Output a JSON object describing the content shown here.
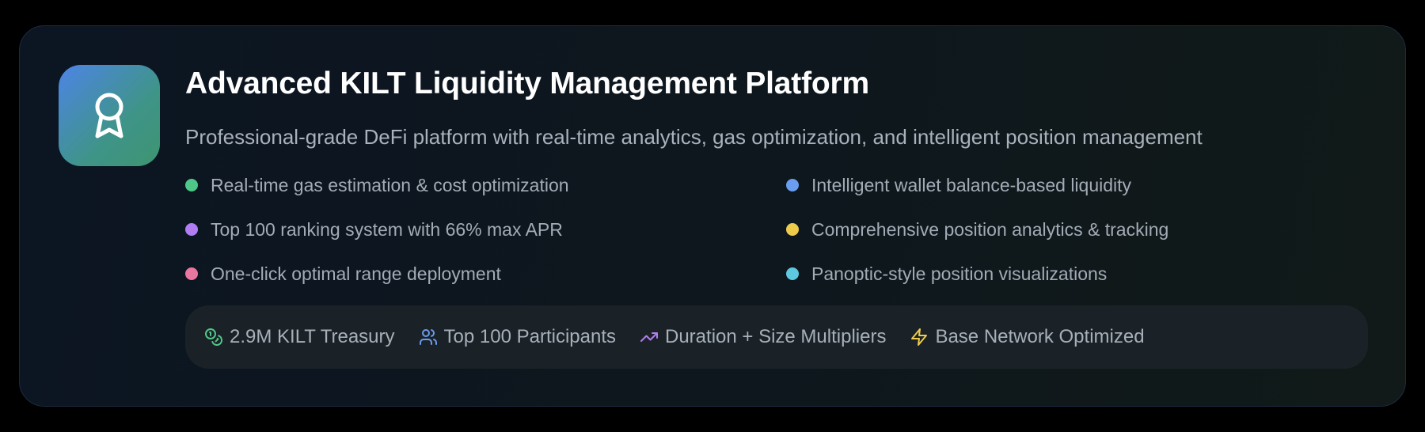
{
  "title": "Advanced KILT Liquidity Management Platform",
  "subtitle": "Professional-grade DeFi platform with real-time analytics, gas optimization, and intelligent position management",
  "badge_icon": "award-ribbon-icon",
  "features": [
    {
      "label": "Real-time gas estimation & cost optimization",
      "color": "#4fc788"
    },
    {
      "label": "Intelligent wallet balance-based liquidity",
      "color": "#6a9cf0"
    },
    {
      "label": "Top 100 ranking system with 66% max APR",
      "color": "#b07ef0"
    },
    {
      "label": "Comprehensive position analytics & tracking",
      "color": "#eecb4a"
    },
    {
      "label": "One-click optimal range deployment",
      "color": "#e9779f"
    },
    {
      "label": "Panoptic-style position visualizations",
      "color": "#5ec8e0"
    }
  ],
  "stats": [
    {
      "label": "2.9M KILT Treasury",
      "icon": "coins-icon",
      "color": "#4fc788"
    },
    {
      "label": "Top 100 Participants",
      "icon": "users-icon",
      "color": "#6a9cf0"
    },
    {
      "label": "Duration + Size Multipliers",
      "icon": "trending-up-icon",
      "color": "#b07ef0"
    },
    {
      "label": "Base Network Optimized",
      "icon": "lightning-icon",
      "color": "#eecb4a"
    }
  ]
}
